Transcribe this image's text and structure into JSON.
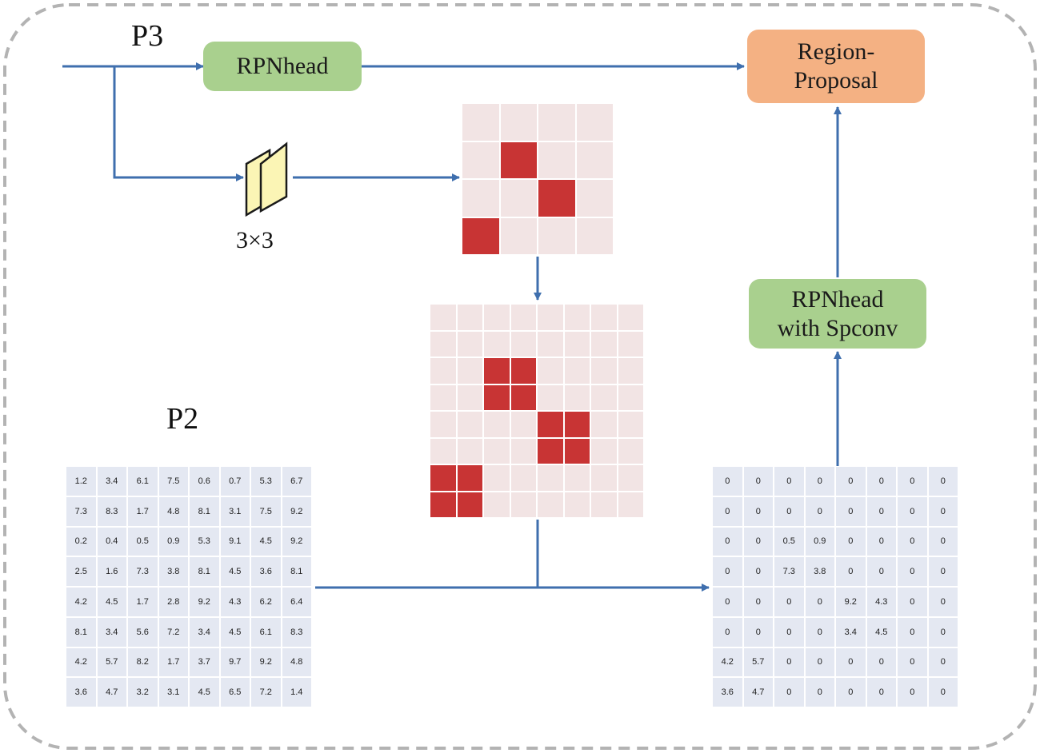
{
  "labels": {
    "p3": "P3",
    "p2": "P2",
    "kernel": "3×3"
  },
  "nodes": {
    "rpnhead": "RPNhead",
    "region_line1": "Region-",
    "region_line2": "Proposal",
    "rpnhead_spconv_line1": "RPNhead",
    "rpnhead_spconv_line2": "with Spconv"
  },
  "small_mask": {
    "size": 4,
    "active": [
      [
        1,
        1
      ],
      [
        2,
        2
      ],
      [
        3,
        0
      ]
    ]
  },
  "large_mask": {
    "size": 8,
    "active": [
      [
        2,
        2
      ],
      [
        2,
        3
      ],
      [
        3,
        2
      ],
      [
        3,
        3
      ],
      [
        4,
        4
      ],
      [
        4,
        5
      ],
      [
        5,
        4
      ],
      [
        5,
        5
      ],
      [
        6,
        0
      ],
      [
        6,
        1
      ],
      [
        7,
        0
      ],
      [
        7,
        1
      ]
    ]
  },
  "p2_matrix": [
    [
      "1.2",
      "3.4",
      "6.1",
      "7.5",
      "0.6",
      "0.7",
      "5.3",
      "6.7"
    ],
    [
      "7.3",
      "8.3",
      "1.7",
      "4.8",
      "8.1",
      "3.1",
      "7.5",
      "9.2"
    ],
    [
      "0.2",
      "0.4",
      "0.5",
      "0.9",
      "5.3",
      "9.1",
      "4.5",
      "9.2"
    ],
    [
      "2.5",
      "1.6",
      "7.3",
      "3.8",
      "8.1",
      "4.5",
      "3.6",
      "8.1"
    ],
    [
      "4.2",
      "4.5",
      "1.7",
      "2.8",
      "9.2",
      "4.3",
      "6.2",
      "6.4"
    ],
    [
      "8.1",
      "3.4",
      "5.6",
      "7.2",
      "3.4",
      "4.5",
      "6.1",
      "8.3"
    ],
    [
      "4.2",
      "5.7",
      "8.2",
      "1.7",
      "3.7",
      "9.7",
      "9.2",
      "4.8"
    ],
    [
      "3.6",
      "4.7",
      "3.2",
      "3.1",
      "4.5",
      "6.5",
      "7.2",
      "1.4"
    ]
  ],
  "sparse_matrix": [
    [
      "0",
      "0",
      "0",
      "0",
      "0",
      "0",
      "0",
      "0"
    ],
    [
      "0",
      "0",
      "0",
      "0",
      "0",
      "0",
      "0",
      "0"
    ],
    [
      "0",
      "0",
      "0.5",
      "0.9",
      "0",
      "0",
      "0",
      "0"
    ],
    [
      "0",
      "0",
      "7.3",
      "3.8",
      "0",
      "0",
      "0",
      "0"
    ],
    [
      "0",
      "0",
      "0",
      "0",
      "9.2",
      "4.3",
      "0",
      "0"
    ],
    [
      "0",
      "0",
      "0",
      "0",
      "3.4",
      "4.5",
      "0",
      "0"
    ],
    [
      "4.2",
      "5.7",
      "0",
      "0",
      "0",
      "0",
      "0",
      "0"
    ],
    [
      "3.6",
      "4.7",
      "0",
      "0",
      "0",
      "0",
      "0",
      "0"
    ]
  ],
  "colors": {
    "arrow": "#3f6fae",
    "mask_on": "#c83434",
    "mask_off": "#f2e4e4",
    "matrix_cell": "#e4e8f2",
    "green_node": "#a9d08e",
    "orange_node": "#f4b183"
  }
}
